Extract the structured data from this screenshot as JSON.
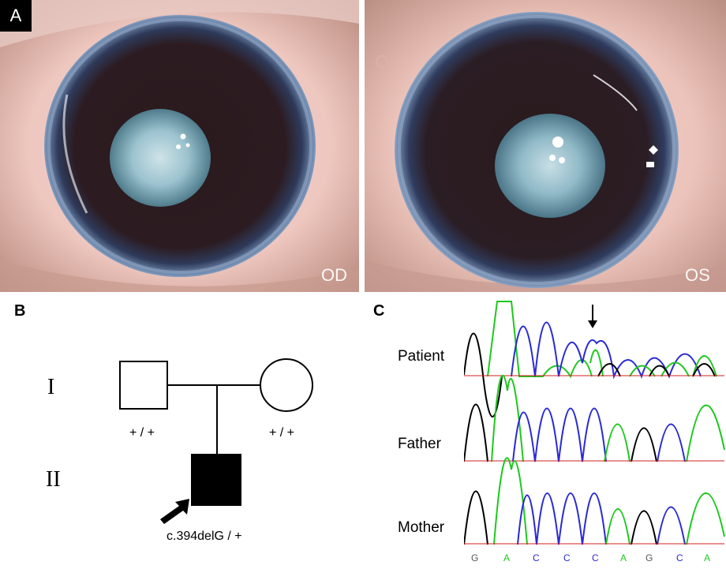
{
  "panels": {
    "a_label": "A",
    "b_label": "B",
    "c_label": "C"
  },
  "photos": {
    "right_eye": "OD",
    "left_eye": "OS"
  },
  "pedigree": {
    "generation_1": "I",
    "generation_2": "II",
    "father_genotype": "+ / +",
    "mother_genotype": "+ / +",
    "proband_genotype": "c.394delG / +"
  },
  "sequencing": {
    "tracks": [
      "Patient",
      "Father",
      "Mother"
    ],
    "bases": [
      {
        "base": "G",
        "color": "#555555"
      },
      {
        "base": "A",
        "color": "#1ec81e"
      },
      {
        "base": "C",
        "color": "#2a2ad6"
      },
      {
        "base": "C",
        "color": "#2a2ad6"
      },
      {
        "base": "C",
        "color": "#2a2ad6"
      },
      {
        "base": "A",
        "color": "#1ec81e"
      },
      {
        "base": "G",
        "color": "#555555"
      },
      {
        "base": "C",
        "color": "#2a2ad6"
      },
      {
        "base": "A",
        "color": "#1ec81e"
      }
    ]
  },
  "colors": {
    "trace_black": "#000000",
    "trace_green": "#1ec81e",
    "trace_blue": "#2a2ad6",
    "trace_red": "#d02020"
  }
}
